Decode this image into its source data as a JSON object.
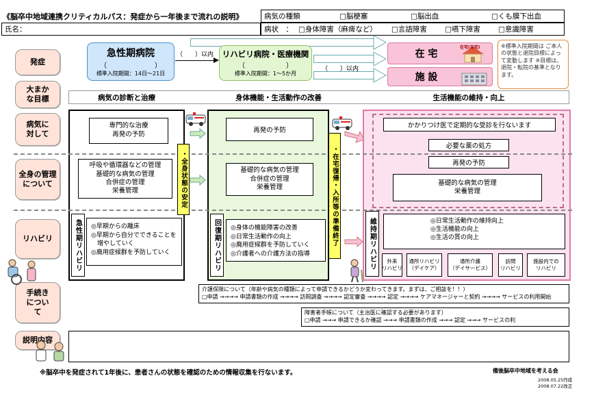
{
  "header": {
    "title": "《脳卒中地域連携クリティカルパス：発症から一年後まで流れの説明》",
    "disease_type_label": "病気の種類",
    "disease_options": [
      "脳梗塞",
      "脳出血",
      "くも膜下出血"
    ],
    "name_label": "氏名：",
    "symptom_label": "病状　：",
    "symptom_options": [
      "身体障害（麻痺など）",
      "言語障害",
      "嚥下障害",
      "意識障害"
    ]
  },
  "rows": {
    "onset": "発症",
    "goal": "大まかな目標",
    "disease": "病気に対して",
    "general": "全身の管理について",
    "rehab": "リハビリ",
    "procedure": "手続きについて",
    "explanation": "説明内容"
  },
  "onset": {
    "acute_title": "急性期病院",
    "acute_paren": "（　　　　　　　）",
    "acute_period": "標準入院期間：14日～21日",
    "within_1": "（　　）以内",
    "rehab_title": "リハビリ病院・医療機関",
    "rehab_paren": "（　　　　　　）",
    "rehab_period": "標準入院期間：1～5か月",
    "within_2": "（　　）以内",
    "home_title": "在 宅",
    "home_house_label": "在宅(自宅)",
    "facility_title": "施 設",
    "note": "※標準入院期間は ご本人の状態と退院目標によって変動します ※目標は、退院・転院の基準となります。"
  },
  "goals": [
    "病気の診断と治療",
    "身体機能・生活動作の改善",
    "生活機能の維持・向上"
  ],
  "disease_items": {
    "acute": "専門的な治療\n再発の予防",
    "rehab": "再発の予防",
    "maintenance": [
      "かかりつけ医で定期的な受診を行ないます",
      "必要な薬の処方",
      "再発の予防"
    ]
  },
  "general_items": {
    "acute": "呼吸や循環器などの管理\n基礎的な病気の管理\n合併症の管理\n栄養管理",
    "rehab": "基礎的な病気の管理\n合併症の管理\n栄養管理",
    "maintenance": "基礎的な病気の管理\n栄養管理"
  },
  "vertical_labels": {
    "whole_body_stable": "・全身状態の安定",
    "home_prep": "・在宅復帰・入所等の準備終了",
    "acute_rehab": "急性期リハビリ",
    "recovery_rehab": "回復期リハビリ",
    "maint_rehab": "維持期リハビリ"
  },
  "rehab_items": {
    "acute": "◎早期からの離床\n◎早期から自分でできることを\n　増やしていく\n◎廃用症候群を予防していく",
    "recovery": "◎身体の機能障害の改善\n◎日常生活動作の向上\n◎廃用症候群を予防していく\n◎介護者への介護方法の指導",
    "maintenance": "◎日常生活動作の維持向上\n◎生活機能の向上\n◎生活の質の向上",
    "services": [
      "外来\nリハビリ",
      "通所リハビリ\n（デイケア）",
      "通所介護\n（デイサービス）",
      "訪問\nリハビリ",
      "施設内での\nリハビリ"
    ]
  },
  "procedure": {
    "care_insurance_title": "介護保険について（年齢や病気の種類によって申請できるかどうか変わってきます。まずは、ご相談を！！）",
    "care_insurance_steps": "□申請 →→→→ 申請書類の作成 →→→→ 訪問調査 →→→→ 認定審査 →→→→ 認定 →→→→ ケアマネージャーと契約 →→→→ サービスの利用開始",
    "disability_title": "障害者手帳について（主治医に確認する必要があります）",
    "disability_steps": "□申請 →→→ 申請できるか確認 →→→ 申請書類の作成 →→→ 認定 →→→ サービスの利"
  },
  "footer": {
    "note": "※脳卒中を発症されて1年後に、患者さんの状態を確認のための情報収集を行ないます。",
    "org": "備後脳卒中地域を考える会",
    "date1": "2008.05.25作成",
    "date2": "2008.07.22改正"
  }
}
